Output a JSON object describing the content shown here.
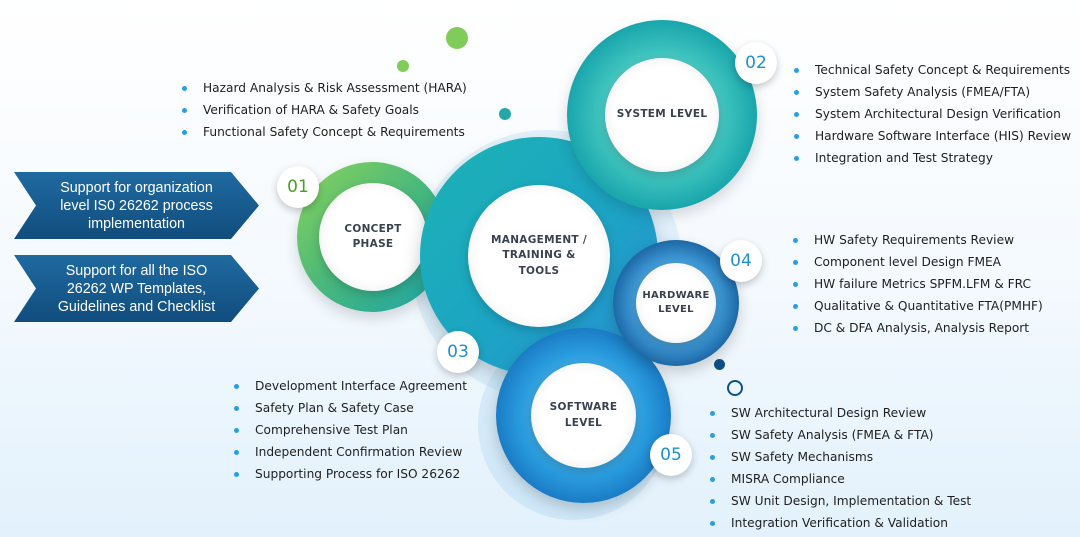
{
  "arrows": [
    "Support for organization\nlevel IS0 26262 process\nimplementation",
    "Support for all the ISO\n26262 WP Templates,\nGuidelines and Checklist"
  ],
  "circles": {
    "concept": {
      "number": "01",
      "label": "CONCEPT\nPHASE"
    },
    "management": {
      "label": "MANAGEMENT /\nTRAINING &\nTOOLS"
    },
    "system": {
      "number": "02",
      "label": "SYSTEM LEVEL"
    },
    "software": {
      "number": "03",
      "label": "SOFTWARE\nLEVEL"
    },
    "hardware": {
      "number": "04",
      "label": "HARDWARE\nLEVEL"
    },
    "extra_number": "05"
  },
  "lists": {
    "concept": [
      "Hazard Analysis & Risk Assessment (HARA)",
      "Verification of HARA & Safety Goals",
      "Functional Safety Concept & Requirements"
    ],
    "system": [
      "Technical Safety Concept & Requirements",
      "System Safety Analysis (FMEA/FTA)",
      "System Architectural Design Verification",
      "Hardware Software Interface (HIS) Review",
      "Integration and Test Strategy"
    ],
    "hardware": [
      "HW Safety Requirements Review",
      "Component level Design FMEA",
      "HW failure Metrics SPFM.LFM & FRC",
      "Qualitative & Quantitative FTA(PMHF)",
      "DC & DFA Analysis, Analysis Report"
    ],
    "process": [
      "Development Interface Agreement",
      "Safety Plan & Safety Case",
      "Comprehensive Test Plan",
      "Independent Confirmation Review",
      "Supporting Process for ISO 26262"
    ],
    "software": [
      "SW Architectural Design Review",
      "SW Safety Analysis (FMEA & FTA)",
      "SW Safety Mechanisms",
      "MISRA Compliance",
      "SW Unit Design, Implementation & Test",
      "Integration Verification & Validation"
    ]
  },
  "colors": {
    "green": "#5cc05a",
    "teal": "#19a9b8",
    "blue": "#1f93d6",
    "dark_blue": "#10548c",
    "bullet": "#2a9fe0"
  }
}
